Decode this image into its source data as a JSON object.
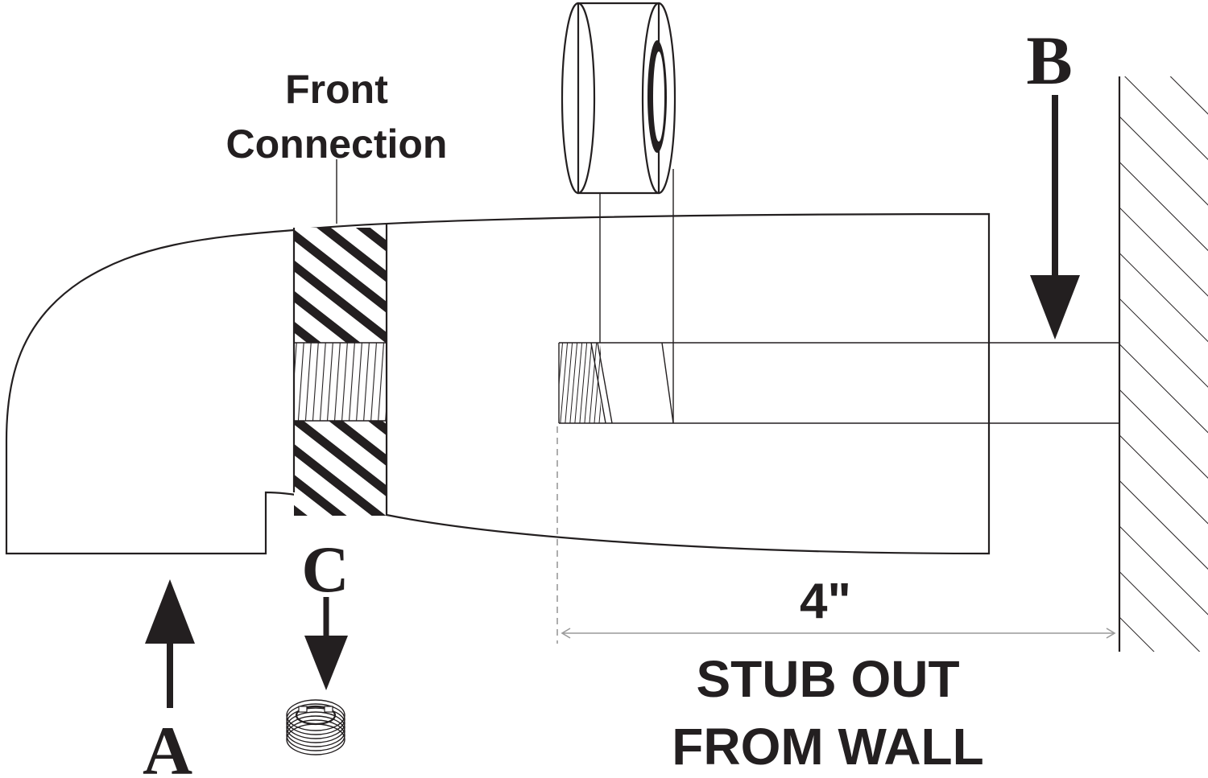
{
  "labels": {
    "front_connection_line1": "Front",
    "front_connection_line2": "Connection",
    "marker_a": "A",
    "marker_b": "B",
    "marker_c": "C",
    "dimension": "4\"",
    "stub_out_line1": "STUB OUT",
    "stub_out_line2": "FROM WALL"
  },
  "icons": {
    "tape_roll": "thread-seal-tape-roll-icon",
    "adapter": "threaded-adapter-ring-icon",
    "wall": "wall-hatching"
  },
  "colors": {
    "ink": "#231f20",
    "dimension_line": "#9a9a9a",
    "background": "#ffffff"
  }
}
